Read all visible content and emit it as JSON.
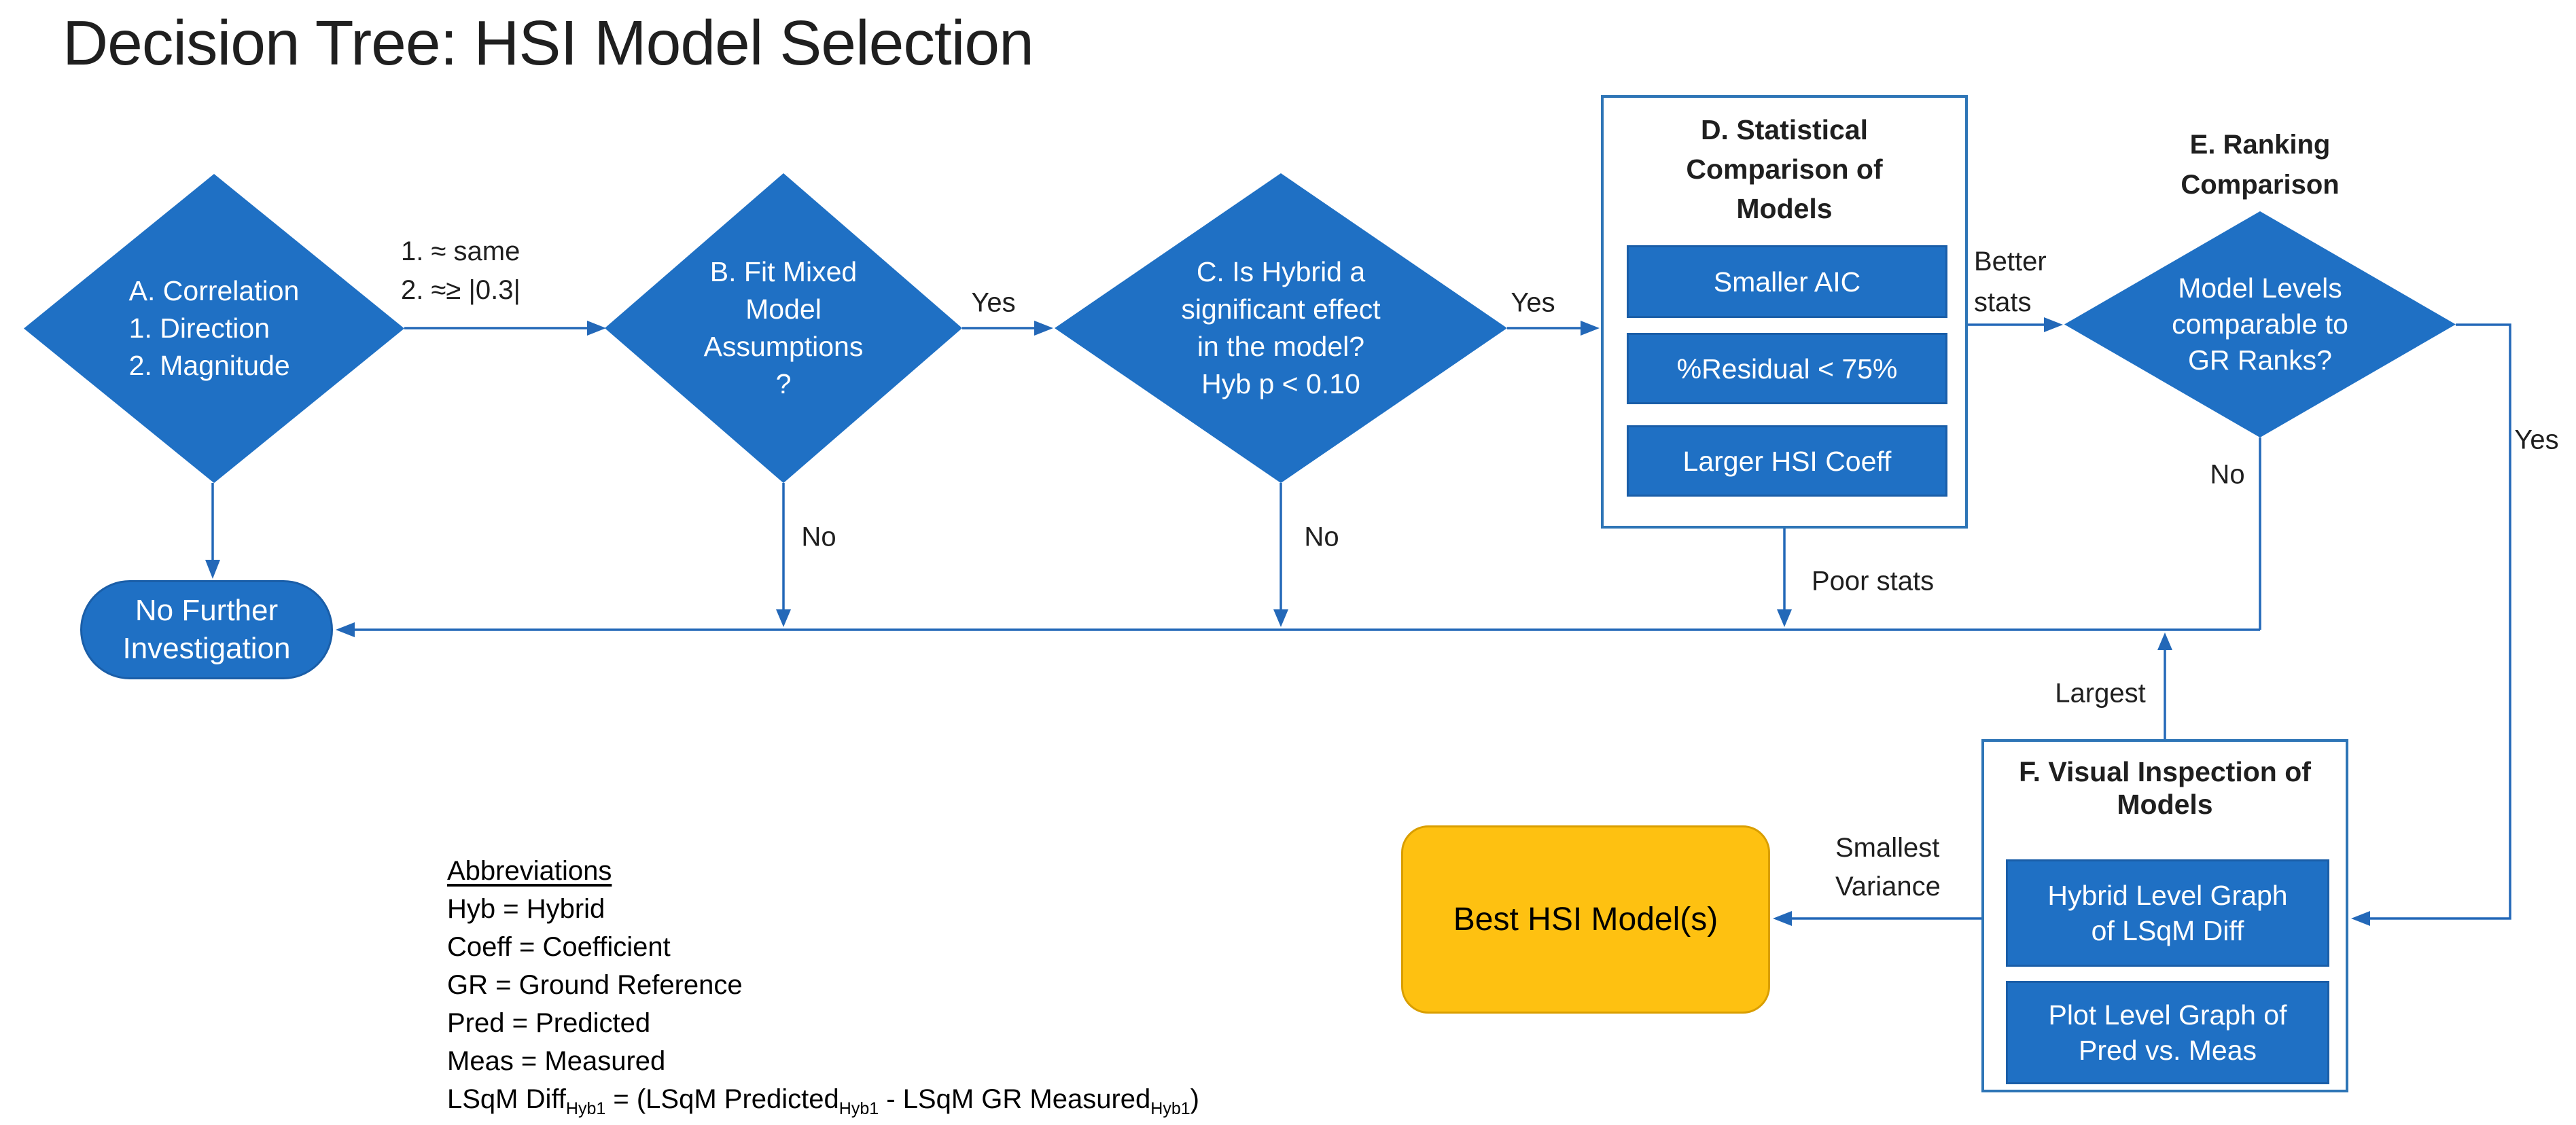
{
  "title": "Decision Tree: HSI Model Selection",
  "nodes": {
    "a": {
      "lines": [
        "A. Correlation",
        "1. Direction",
        "2. Magnitude"
      ]
    },
    "b": {
      "lines": [
        "B. Fit Mixed",
        "Model",
        "Assumptions",
        "?"
      ]
    },
    "c": {
      "lines": [
        "C. Is Hybrid a",
        "significant effect",
        "in the model?",
        "Hyb p < 0.10"
      ]
    },
    "d": {
      "title_lines": [
        "D. Statistical",
        "Comparison of",
        "Models"
      ],
      "items": [
        "Smaller AIC",
        "%Residual < 75%",
        "Larger HSI Coeff"
      ]
    },
    "e": {
      "header_lines": [
        "E. Ranking",
        "Comparison"
      ],
      "lines": [
        "Model Levels",
        "comparable to",
        "GR Ranks?"
      ]
    },
    "f": {
      "title_lines": [
        "F. Visual Inspection of",
        "Models"
      ],
      "item1_lines": [
        "Hybrid Level Graph",
        "of LSqM Diff"
      ],
      "item2_lines": [
        "Plot Level Graph of",
        "Pred vs. Meas"
      ]
    },
    "no_further": {
      "lines": [
        "No Further",
        "Investigation"
      ]
    },
    "best": {
      "label": "Best HSI Model(s)"
    }
  },
  "labels": {
    "corr_note_lines": [
      "1.  ≈ same",
      "2.  ≈≥ |0.3|"
    ],
    "yes_b_c": "Yes",
    "yes_c_d": "Yes",
    "yes_right": "Yes",
    "no_b": "No",
    "no_c": "No",
    "no_e": "No",
    "better_stats_lines": [
      "Better",
      "stats"
    ],
    "poor_stats": "Poor stats",
    "largest": "Largest",
    "smallest_lines": [
      "Smallest",
      "Variance"
    ]
  },
  "abbreviations": {
    "title": "Abbreviations",
    "items": [
      "Hyb = Hybrid",
      "Coeff = Coefficient",
      "GR = Ground Reference",
      "Pred = Predicted",
      "Meas = Measured"
    ],
    "formula": {
      "p1": "LSqM Diff",
      "s1": "Hyb1",
      "p2": " = (LSqM Predicted",
      "s2": "Hyb1",
      "p3": " - LSqM GR Measured",
      "s3": "Hyb1",
      "p4": ")"
    }
  },
  "colors": {
    "shape_blue": "#1f70c4",
    "line_blue": "#2368b8",
    "box_border": "#2e75b6",
    "subbox_border": "#1a5ea8",
    "orange": "#fec111",
    "orange_border": "#d99e00",
    "text_dark": "#1f1f1f"
  }
}
